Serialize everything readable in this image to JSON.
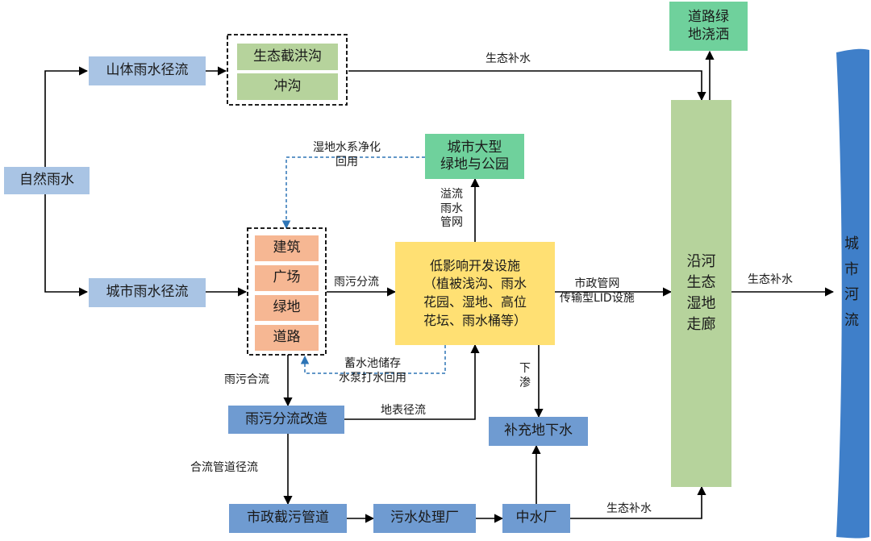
{
  "nodes": {
    "natural_rain": "自然雨水",
    "mountain_runoff": "山体雨水径流",
    "urban_runoff": "城市雨水径流",
    "eco_ditch": "生态截洪沟",
    "flush_ditch": "冲沟",
    "road_green_irrigation": [
      "道路绿",
      "地浇洒"
    ],
    "large_green_park": [
      "城市大型",
      "绿地与公园"
    ],
    "building": "建筑",
    "plaza": "广场",
    "greenland": "绿地",
    "road": "道路",
    "lid_facility": [
      "低影响开发设施",
      "（植被浅沟、雨水",
      "花园、湿地、高位",
      "花坛、雨水桶等）"
    ],
    "riverside_corridor": [
      "沿河",
      "生态",
      "湿地",
      "走廊"
    ],
    "city_river": [
      "城",
      "市",
      "河",
      "流"
    ],
    "separation_retrofit": "雨污分流改造",
    "recharge_groundwater": "补充地下水",
    "municipal_interceptor": "市政截污管道",
    "sewage_plant": "污水处理厂",
    "reclaimed_water_plant": "中水厂"
  },
  "labels": {
    "eco_supply_top": "生态补水",
    "wetland_purify_reuse": [
      "湿地水系净化",
      "回用"
    ],
    "overflow_pipe": [
      "溢流",
      "雨水",
      "管网"
    ],
    "rain_sewage_separate": "雨污分流",
    "municipal_pipe_lid": [
      "市政管网",
      "传输型LID设施"
    ],
    "eco_supply_right": "生态补水",
    "storage_pump_reuse": [
      "蓄水池储存",
      "水泵打水回用"
    ],
    "combined_flow": "雨污合流",
    "infiltration": [
      "下",
      "渗"
    ],
    "surface_runoff": "地表径流",
    "combined_pipe_runoff": "合流管道径流",
    "eco_supply_bottom": "生态补水"
  },
  "colors": {
    "blue_box": "#a9c4e4",
    "blue_dark_box": "#6f9bd1",
    "green_box": "#6fd19c",
    "light_green_box": "#b6d39c",
    "orange_box": "#f6b793",
    "yellow_box": "#ffe073",
    "river": "#3f7fc9",
    "arrow": "#000000",
    "reuse_arrow": "#2e75b6"
  }
}
